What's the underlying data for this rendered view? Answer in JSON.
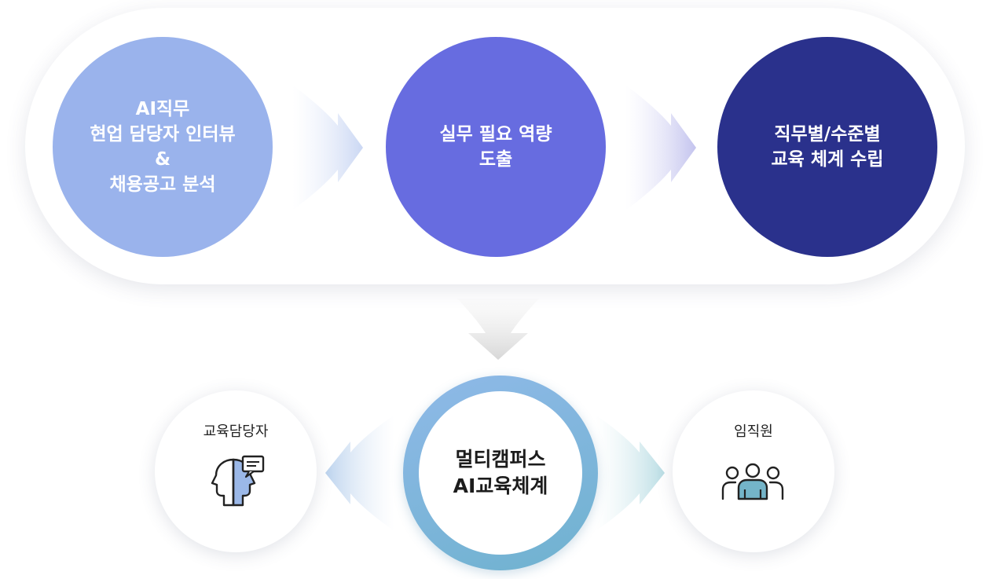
{
  "steps": [
    {
      "lines": [
        "AI직무",
        "현업 담당자 인터뷰",
        "&",
        "채용공고 분석"
      ],
      "color": "#9ab3ec"
    },
    {
      "lines": [
        "실무 필요 역량",
        "도출"
      ],
      "color": "#676ce0"
    },
    {
      "lines": [
        "직무별/수준별",
        "교육 체계 수립"
      ],
      "color": "#2a318c"
    }
  ],
  "center": {
    "lines": [
      "멀티캠퍼스",
      "AI교육체계"
    ]
  },
  "left_node": {
    "label": "교육담당자",
    "icon": "thinking-head-speech-icon"
  },
  "right_node": {
    "label": "임직원",
    "icon": "people-group-icon"
  }
}
